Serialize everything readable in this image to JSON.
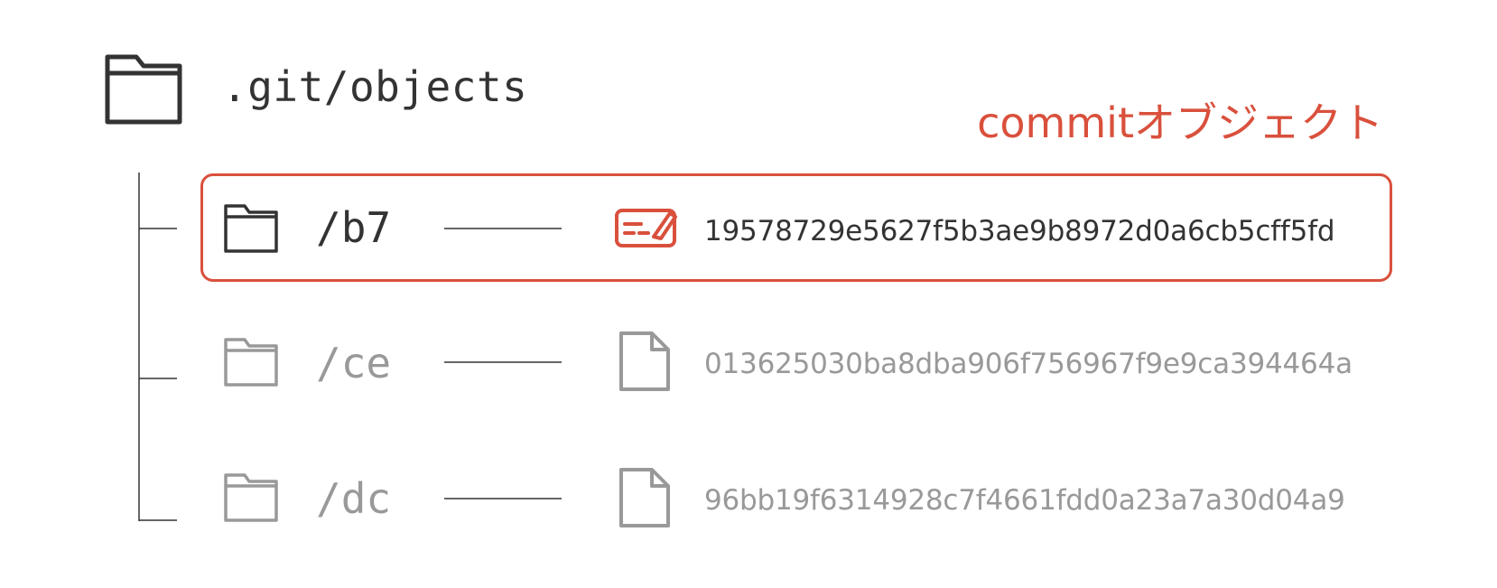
{
  "root": {
    "icon": "folder-icon",
    "label": ".git/objects"
  },
  "annotation": {
    "label": "commitオブジェクト",
    "color": "#d9503c"
  },
  "entries": [
    {
      "dir": "/b7",
      "object_icon": "commit-object-icon",
      "hash": "19578729e5627f5b3ae9b8972d0a6cb5cff5fd",
      "highlighted": true
    },
    {
      "dir": "/ce",
      "object_icon": "file-icon",
      "hash": "013625030ba8dba906f756967f9e9ca394464a",
      "highlighted": false
    },
    {
      "dir": "/dc",
      "object_icon": "file-icon",
      "hash": "96bb19f6314928c7f4661fdd0a23a7a30d04a9",
      "highlighted": false
    }
  ],
  "colors": {
    "dark": "#333333",
    "muted": "#999999",
    "accent": "#d9503c"
  }
}
